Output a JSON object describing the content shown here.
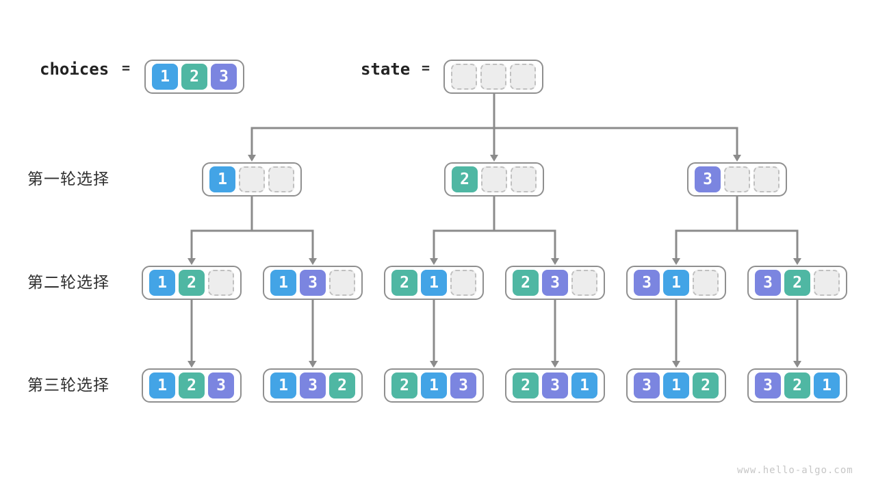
{
  "palette": {
    "blue": "#43a4e6",
    "teal": "#4fb7a3",
    "purple": "#7b85e0",
    "line": "#8b8b8b",
    "border": "#8f8f8f",
    "emptyFill": "#ededed",
    "emptyBorder": "#c0c0c0"
  },
  "header": {
    "choices_label": "choices",
    "state_label": "state",
    "equals": "=",
    "choices_cells": [
      {
        "v": "1",
        "color": "blue"
      },
      {
        "v": "2",
        "color": "teal"
      },
      {
        "v": "3",
        "color": "purple"
      }
    ],
    "state_cells": [
      {
        "v": "",
        "color": "empty"
      },
      {
        "v": "",
        "color": "empty"
      },
      {
        "v": "",
        "color": "empty"
      }
    ]
  },
  "rows": [
    {
      "label": "第一轮选择",
      "boxes": [
        {
          "cells": [
            {
              "v": "1",
              "color": "blue"
            },
            {
              "v": "",
              "color": "empty"
            },
            {
              "v": "",
              "color": "empty"
            }
          ]
        },
        {
          "cells": [
            {
              "v": "2",
              "color": "teal"
            },
            {
              "v": "",
              "color": "empty"
            },
            {
              "v": "",
              "color": "empty"
            }
          ]
        },
        {
          "cells": [
            {
              "v": "3",
              "color": "purple"
            },
            {
              "v": "",
              "color": "empty"
            },
            {
              "v": "",
              "color": "empty"
            }
          ]
        }
      ]
    },
    {
      "label": "第二轮选择",
      "boxes": [
        {
          "cells": [
            {
              "v": "1",
              "color": "blue"
            },
            {
              "v": "2",
              "color": "teal"
            },
            {
              "v": "",
              "color": "empty"
            }
          ]
        },
        {
          "cells": [
            {
              "v": "1",
              "color": "blue"
            },
            {
              "v": "3",
              "color": "purple"
            },
            {
              "v": "",
              "color": "empty"
            }
          ]
        },
        {
          "cells": [
            {
              "v": "2",
              "color": "teal"
            },
            {
              "v": "1",
              "color": "blue"
            },
            {
              "v": "",
              "color": "empty"
            }
          ]
        },
        {
          "cells": [
            {
              "v": "2",
              "color": "teal"
            },
            {
              "v": "3",
              "color": "purple"
            },
            {
              "v": "",
              "color": "empty"
            }
          ]
        },
        {
          "cells": [
            {
              "v": "3",
              "color": "purple"
            },
            {
              "v": "1",
              "color": "blue"
            },
            {
              "v": "",
              "color": "empty"
            }
          ]
        },
        {
          "cells": [
            {
              "v": "3",
              "color": "purple"
            },
            {
              "v": "2",
              "color": "teal"
            },
            {
              "v": "",
              "color": "empty"
            }
          ]
        }
      ]
    },
    {
      "label": "第三轮选择",
      "boxes": [
        {
          "cells": [
            {
              "v": "1",
              "color": "blue"
            },
            {
              "v": "2",
              "color": "teal"
            },
            {
              "v": "3",
              "color": "purple"
            }
          ]
        },
        {
          "cells": [
            {
              "v": "1",
              "color": "blue"
            },
            {
              "v": "3",
              "color": "purple"
            },
            {
              "v": "2",
              "color": "teal"
            }
          ]
        },
        {
          "cells": [
            {
              "v": "2",
              "color": "teal"
            },
            {
              "v": "1",
              "color": "blue"
            },
            {
              "v": "3",
              "color": "purple"
            }
          ]
        },
        {
          "cells": [
            {
              "v": "2",
              "color": "teal"
            },
            {
              "v": "3",
              "color": "purple"
            },
            {
              "v": "1",
              "color": "blue"
            }
          ]
        },
        {
          "cells": [
            {
              "v": "3",
              "color": "purple"
            },
            {
              "v": "1",
              "color": "blue"
            },
            {
              "v": "2",
              "color": "teal"
            }
          ]
        },
        {
          "cells": [
            {
              "v": "3",
              "color": "purple"
            },
            {
              "v": "2",
              "color": "teal"
            },
            {
              "v": "1",
              "color": "blue"
            }
          ]
        }
      ]
    }
  ],
  "watermark": "www.hello-algo.com"
}
